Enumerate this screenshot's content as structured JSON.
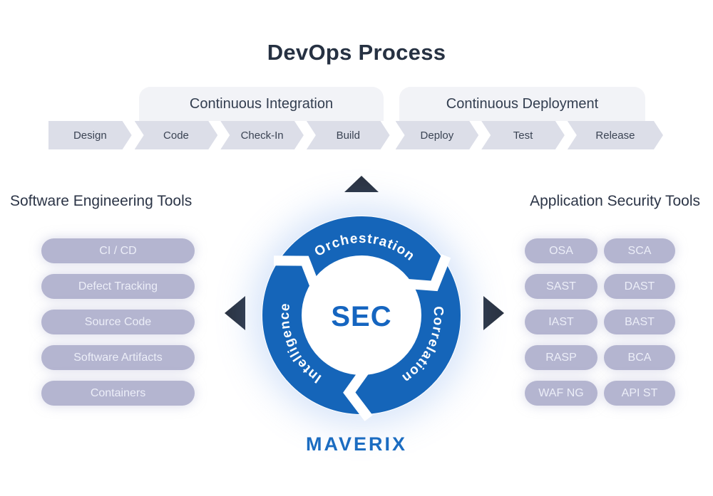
{
  "title": "DevOps Process",
  "phases": [
    {
      "label": "Continuous Integration"
    },
    {
      "label": "Continuous Deployment"
    }
  ],
  "steps": [
    "Design",
    "Code",
    "Check-In",
    "Build",
    "Deploy",
    "Test",
    "Release"
  ],
  "left_panel": {
    "heading": "Software Engineering Tools",
    "items": [
      "CI / CD",
      "Defect Tracking",
      "Source Code",
      "Software Artifacts",
      "Containers"
    ]
  },
  "right_panel": {
    "heading": "Application Security Tools",
    "columns": [
      [
        "OSA",
        "SAST",
        "IAST",
        "RASP",
        "WAF NG"
      ],
      [
        "SCA",
        "DAST",
        "BAST",
        "BCA",
        "API ST"
      ]
    ]
  },
  "cycle": {
    "center_label": "SEC",
    "segments": [
      "Orchestration",
      "Correlation",
      "Intelligence"
    ]
  },
  "brand": "MAVERIX",
  "colors": {
    "primary_blue": "#1565b9",
    "center_text_blue": "#1565c0",
    "brand_blue": "#1b6cc1",
    "dark_navy": "#2a3342",
    "pill_lavender": "#b4b5d0",
    "step_gray": "#dcdee8",
    "tab_gray": "#f2f3f7"
  }
}
